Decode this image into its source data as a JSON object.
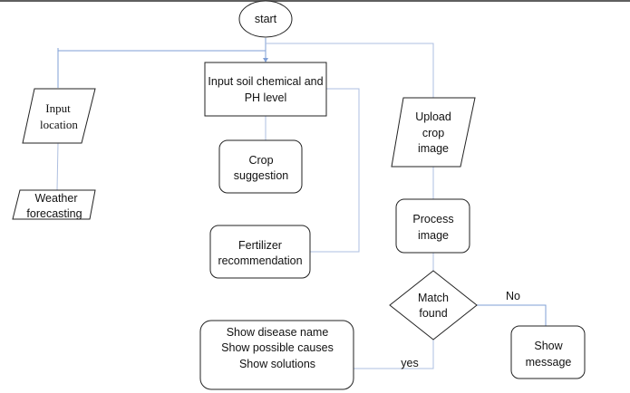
{
  "diagram": {
    "nodes": {
      "start": {
        "label": "start",
        "shape": "ellipse"
      },
      "input_location": {
        "lines": [
          "Input",
          "location"
        ],
        "shape": "parallelogram"
      },
      "weather_forecasting": {
        "lines": [
          "Weather",
          "forecasting"
        ],
        "shape": "parallelogram"
      },
      "input_soil": {
        "lines": [
          "Input soil chemical and",
          "PH level"
        ],
        "shape": "rectangle"
      },
      "crop_suggestion": {
        "lines": [
          "Crop",
          "suggestion"
        ],
        "shape": "rounded-rectangle"
      },
      "fertilizer_recommendation": {
        "lines": [
          "Fertilizer",
          "recommendation"
        ],
        "shape": "rounded-rectangle"
      },
      "upload_crop_image": {
        "lines": [
          "Upload",
          "crop",
          "image"
        ],
        "shape": "parallelogram"
      },
      "process_image": {
        "lines": [
          "Process",
          "image"
        ],
        "shape": "rounded-rectangle"
      },
      "match_found": {
        "lines": [
          "Match",
          "found"
        ],
        "shape": "diamond"
      },
      "show_disease": {
        "lines": [
          "Show disease name",
          "Show possible causes",
          "Show solutions"
        ],
        "shape": "rounded-rectangle"
      },
      "show_message": {
        "lines": [
          "Show",
          "message"
        ],
        "shape": "rounded-rectangle"
      }
    },
    "edge_labels": {
      "no": "No",
      "yes": "yes"
    },
    "colors": {
      "connector": "#7f9fd6",
      "shape_stroke": "#222222",
      "top_border": "#5f5f5f"
    }
  }
}
